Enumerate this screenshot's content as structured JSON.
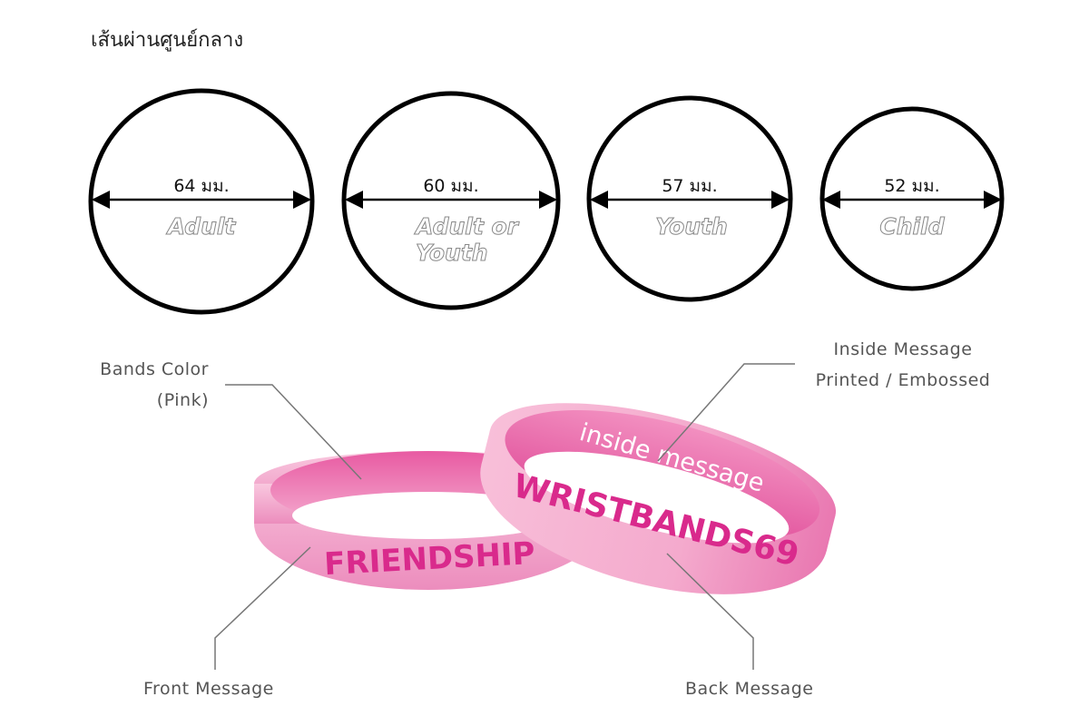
{
  "title": "เส้นผ่านศูนย์กลาง",
  "sizes": [
    {
      "diameter": "64 มม.",
      "name": "Adult"
    },
    {
      "diameter": "60 มม.",
      "name_line1": "Adult or",
      "name_line2": "Youth"
    },
    {
      "diameter": "57 มม.",
      "name": "Youth"
    },
    {
      "diameter": "52 มม.",
      "name": "Child"
    }
  ],
  "callouts": {
    "bands_color_line1": "Bands Color",
    "bands_color_line2": "(Pink)",
    "inside_line1": "Inside Message",
    "inside_line2": "Printed / Embossed",
    "front": "Front Message",
    "back": "Back Message"
  },
  "bands": {
    "front_text": "FRIENDSHIP",
    "back_text": "WRISTBANDS69",
    "inside_text": "inside message"
  },
  "colors": {
    "band_light": "#f7bcd8",
    "band_mid": "#ee86b8",
    "band_dark": "#e0509a",
    "text_magenta": "#d92a8c",
    "circle_stroke": "#000000",
    "leader": "#777777"
  }
}
